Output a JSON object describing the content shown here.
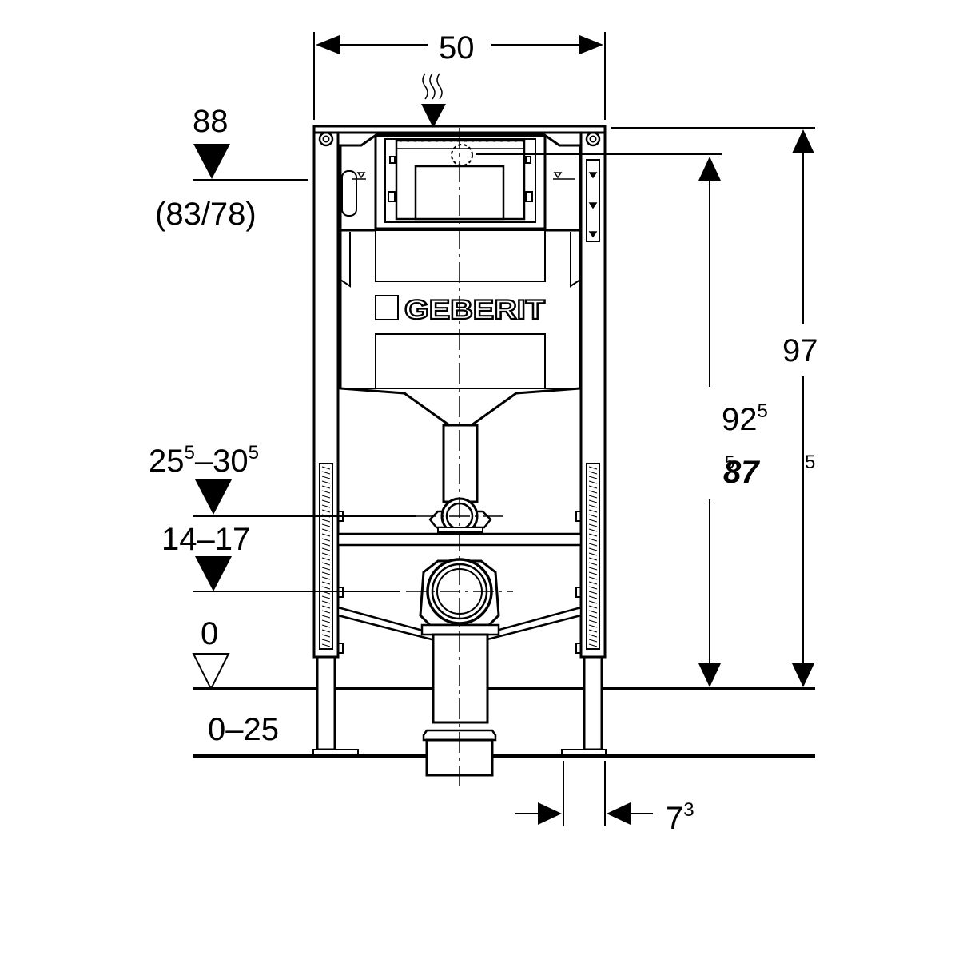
{
  "dimensions": {
    "width_total": "50",
    "top_height": "88",
    "top_height_alt": "(83/78)",
    "pipe_height_range": "25",
    "pipe_height_range_sup1": "5",
    "pipe_height_range_mid": "–30",
    "pipe_height_range_sup2": "5",
    "drain_height_range": "14–17",
    "floor_level": "0",
    "floor_adjust_range": "0–25",
    "frame_height": "97",
    "frame_height_stray_sup": "5",
    "button_height": "92",
    "button_height_sup": "5",
    "button_height_alt": "87",
    "button_height_alt_sup": "5",
    "foot_offset": "7",
    "foot_offset_sup": "3"
  },
  "brand": {
    "logo_text": "GEBERIT"
  }
}
